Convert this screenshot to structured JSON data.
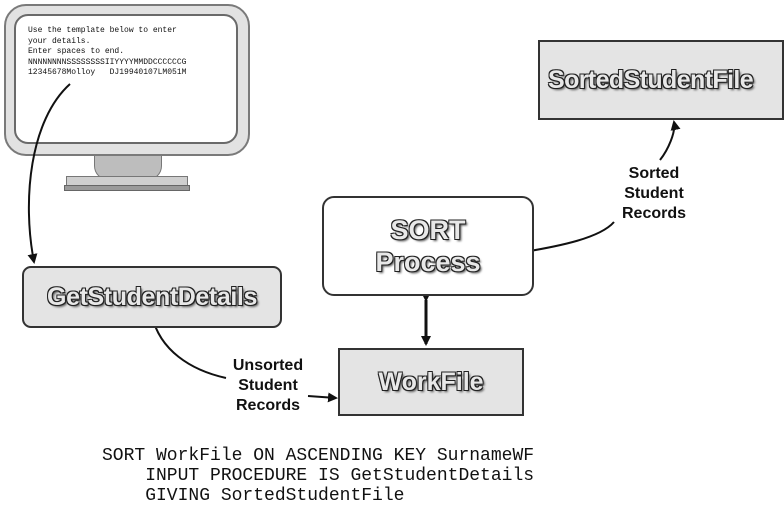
{
  "monitor": {
    "screen_lines": [
      "Use the template below to enter",
      "your details.",
      "Enter spaces to end.",
      "NNNNNNNNSSSSSSSSIIYYYYMMDDCCCCCCG",
      "12345678Molloy   DJ19940107LM051M"
    ]
  },
  "nodes": {
    "sorted_student_file": "SortedStudentFile",
    "sort_process_line1": "SORT",
    "sort_process_line2": "Process",
    "get_student_details": "GetStudentDetails",
    "workfile": "WorkFile"
  },
  "labels": {
    "sorted_records": [
      "Sorted",
      "Student",
      "Records"
    ],
    "unsorted_records": [
      "Unsorted",
      "Student",
      "Records"
    ]
  },
  "code": [
    "SORT WorkFile ON ASCENDING KEY SurnameWF",
    "    INPUT PROCEDURE IS GetStudentDetails",
    "    GIVING SortedStudentFile"
  ]
}
